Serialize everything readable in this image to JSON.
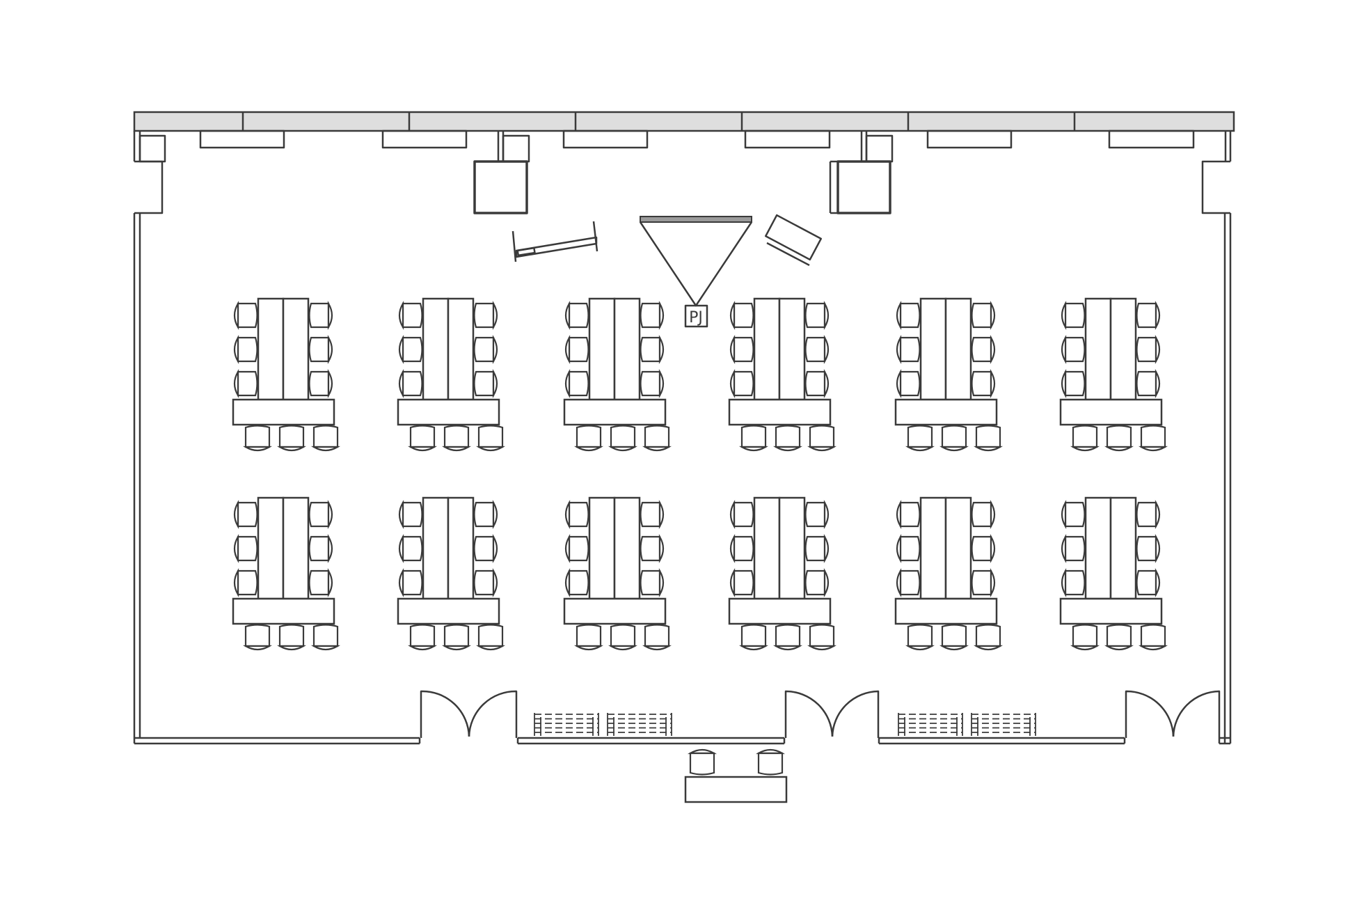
{
  "projector": {
    "label": "PJ"
  },
  "layout": {
    "table_groups": {
      "rows": 2,
      "columns": 6,
      "chairs_per_group": 9
    },
    "registration_desk_chairs": 2,
    "doors": 3,
    "wall_panels": 7
  },
  "colors": {
    "line": "#3a3a3a",
    "wall_band": "#dedede",
    "screen_bar": "#9a9a9a",
    "background": "#ffffff"
  }
}
